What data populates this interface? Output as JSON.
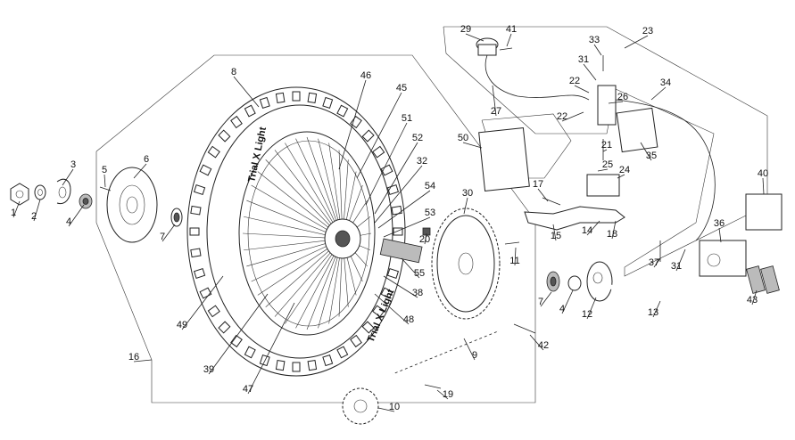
{
  "diagram": {
    "labels": [
      "1",
      "2",
      "3",
      "4",
      "5",
      "6",
      "7",
      "8",
      "46",
      "45",
      "51",
      "52",
      "32",
      "54",
      "53",
      "20",
      "30",
      "11",
      "55",
      "38",
      "48",
      "49",
      "39",
      "47",
      "16",
      "10",
      "9",
      "19",
      "42",
      "7",
      "4",
      "12",
      "13",
      "29",
      "41",
      "27",
      "23",
      "33",
      "31",
      "22",
      "26",
      "34",
      "22",
      "50",
      "21",
      "25",
      "24",
      "35",
      "17",
      "14",
      "18",
      "15",
      "40",
      "36",
      "37",
      "31",
      "43"
    ],
    "wheel_branding": [
      "Trial X Light",
      "Trial X Light"
    ],
    "colors": {
      "stroke": "#222222",
      "background": "#ffffff"
    }
  }
}
